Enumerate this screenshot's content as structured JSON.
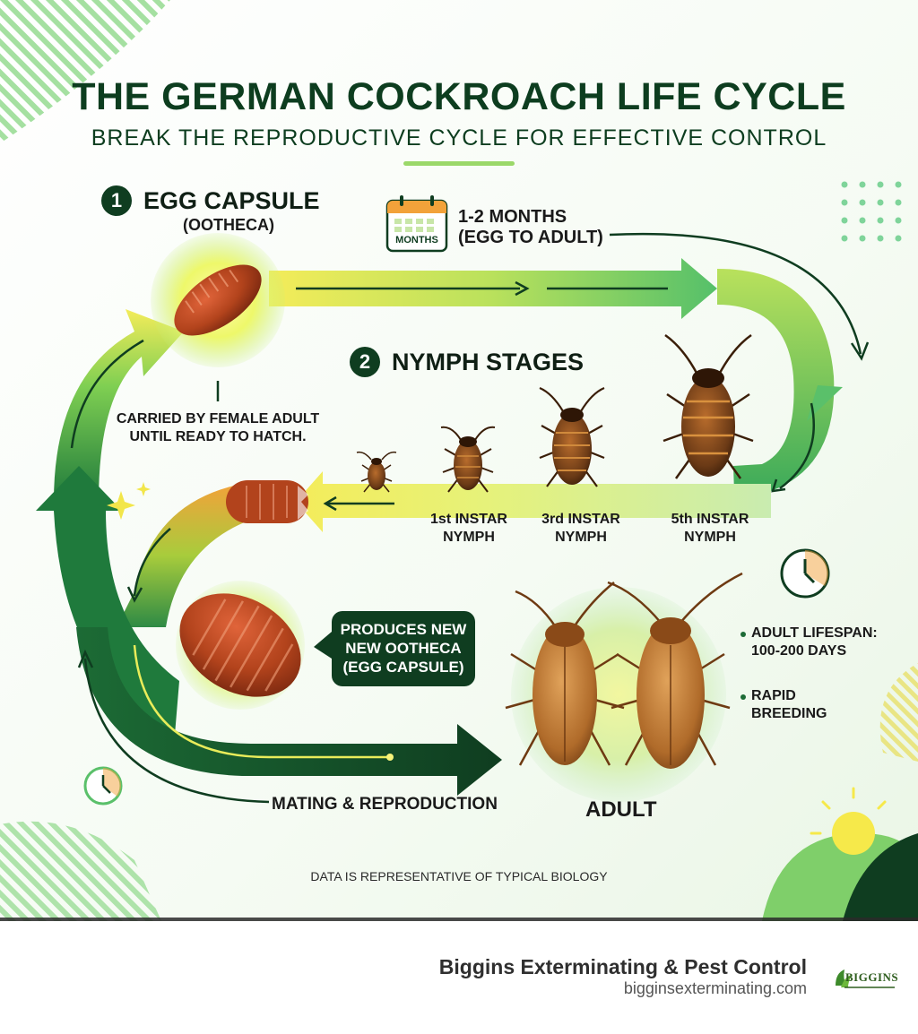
{
  "title": "THE GERMAN COCKROACH LIFE CYCLE",
  "subtitle": "BREAK THE REPRODUCTIVE CYCLE FOR EFFECTIVE CONTROL",
  "stage1": {
    "number": "1",
    "title_line1": "EGG CAPSULE",
    "title_line2": "(OOTHECA)",
    "note_line1": "CARRIED BY FEMALE ADULT",
    "note_line2": "UNTIL READY TO HATCH."
  },
  "duration": {
    "calendar_label": "MONTHS",
    "line1": "1-2 MONTHS",
    "line2": "(EGG TO ADULT)"
  },
  "stage2": {
    "number": "2",
    "title": "NYMPH STAGES",
    "nymphs": [
      {
        "line1": "1st INSTAR",
        "line2": "NYMPH"
      },
      {
        "line1": "3rd INSTAR",
        "line2": "NYMPH"
      },
      {
        "line1": "5th INSTAR",
        "line2": "NYMPH"
      }
    ]
  },
  "produces": {
    "line1": "PRODUCES NEW",
    "line2": "NEW OOTHECA",
    "line3": "(EGG CAPSULE)"
  },
  "adult": {
    "label": "ADULT",
    "facts": [
      {
        "line1": "ADULT LIFESPAN:",
        "line2": "100-200 DAYS"
      },
      {
        "line1": "RAPID",
        "line2": "BREEDING"
      }
    ]
  },
  "mating_label": "MATING & REPRODUCTION",
  "disclaimer": "DATA IS REPRESENTATIVE OF TYPICAL BIOLOGY",
  "footer": {
    "company": "Biggins Exterminating & Pest Control",
    "url": "bigginsexterminating.com",
    "logo_text": "BIGGINS"
  },
  "colors": {
    "dark_green": "#0f3d20",
    "mid_green": "#2e9a4e",
    "light_green": "#a8e063",
    "yellow": "#f2e64a",
    "orange": "#f2a23a",
    "egg_brown": "#b2431c",
    "roach_brown": "#b06b2a"
  }
}
